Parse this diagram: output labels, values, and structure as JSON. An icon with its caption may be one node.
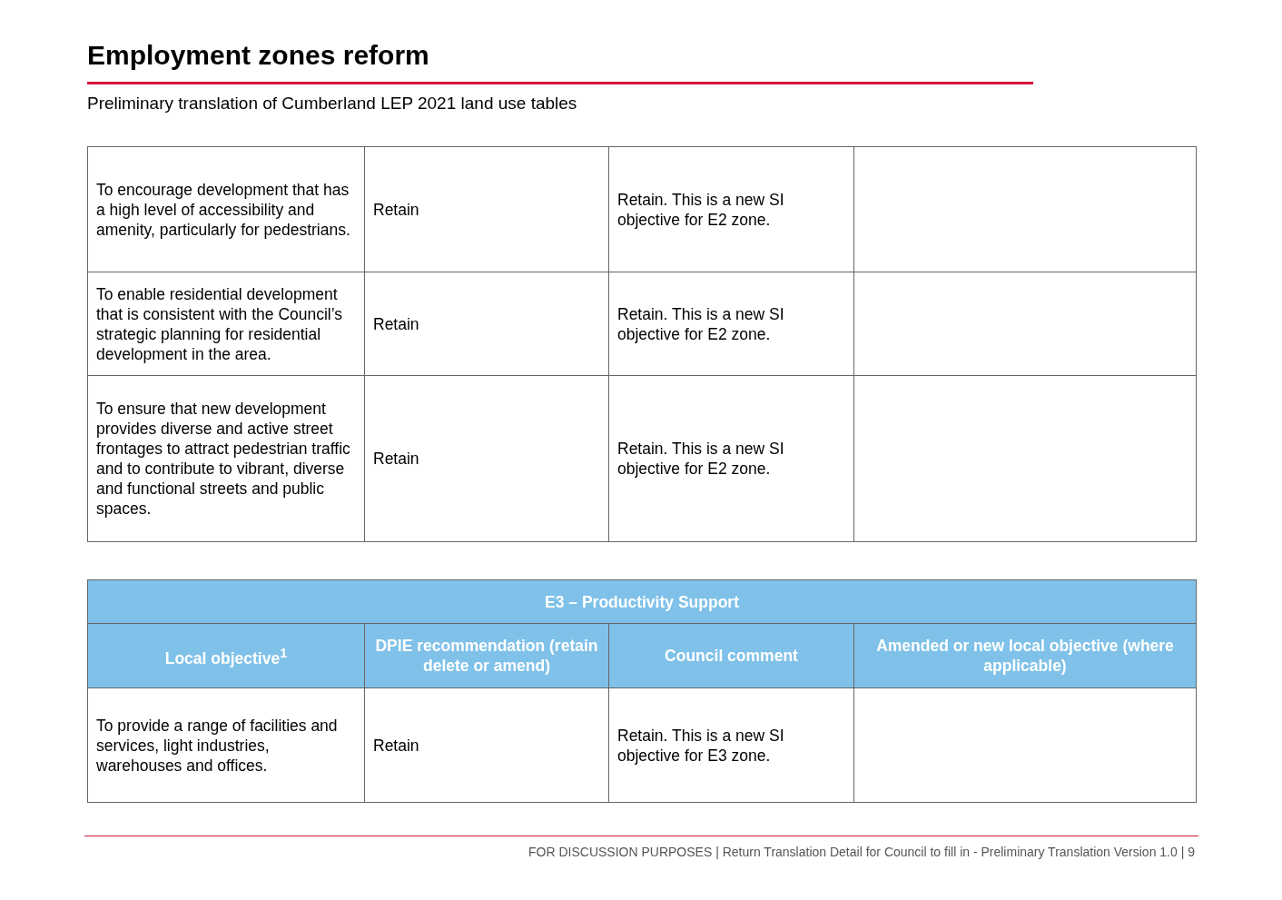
{
  "diagram": {
    "title": "Employment zones reform",
    "labels": [
      "Preliminary translation of Cumberland LEP 2021 land use tables",
      "To encourage development that has a high level of accessibility and amenity, particularly for pedestrians.",
      "Retain",
      "Retain. This is a new SI objective for E2 zone.",
      "To enable residential development that is consistent with the Council’s strategic planning for residential development in the area.",
      "Retain",
      "Retain. This is a new SI objective for E2 zone.",
      "To ensure that new development provides diverse and active street frontages to attract pedestrian traffic and to contribute to vibrant, diverse and functional streets and public spaces.",
      "Retain",
      "Retain. This is a new SI objective for E2 zone.",
      "E3 – Productivity Support",
      "Local objective$^{1}$",
      "DPIE recommendation (retain delete or amend)",
      "Council comment",
      "Amended or new local objective (where applicable)",
      "To provide a range of facilities and services, light industries, warehouses and offices.",
      "Retain",
      "Retain. This is a new SI objective for E3 zone.",
      "FOR DISCUSSION PURPOSES | Return Translation Detail for Council to fill in - Preliminary Translation Version 1.0 | 9"
    ]
  }
}
